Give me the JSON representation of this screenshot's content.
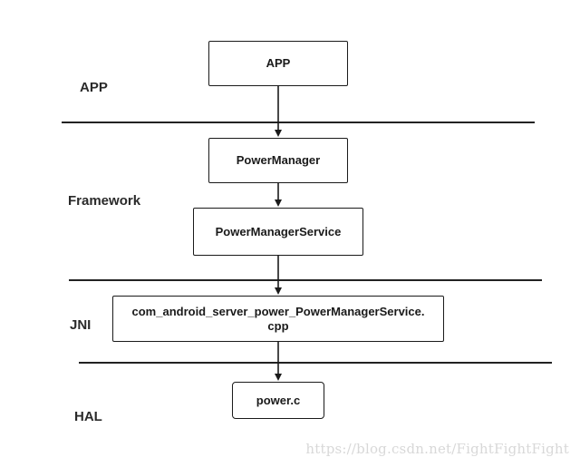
{
  "layers": {
    "app": "APP",
    "framework": "Framework",
    "jni": "JNI",
    "hal": "HAL"
  },
  "boxes": {
    "app": "APP",
    "power_manager": "PowerManager",
    "power_manager_service": "PowerManagerService",
    "jni_file": "com_android_server_power_PowerManagerService.\ncpp",
    "hal_file": "power.c"
  },
  "watermark": "https://blog.csdn.net/FightFightFight"
}
